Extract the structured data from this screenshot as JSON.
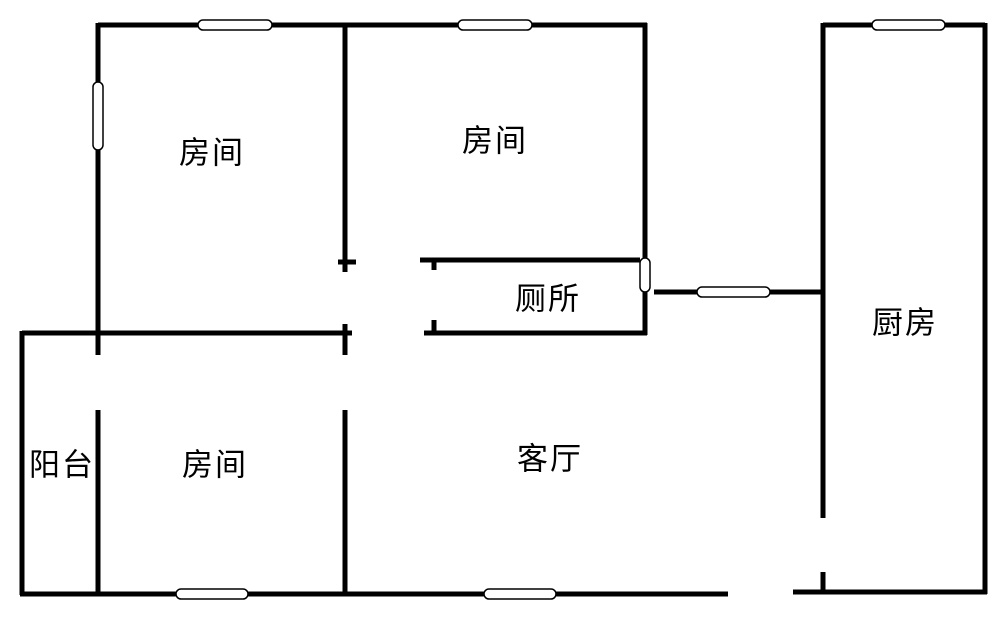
{
  "rooms": {
    "bedroom_top_left": "房间",
    "bedroom_top_middle": "房间",
    "toilet": "厕所",
    "kitchen": "厨房",
    "balcony": "阳台",
    "bedroom_bottom": "房间",
    "living_room": "客厅"
  },
  "colors": {
    "wall": "#000000",
    "background": "#ffffff"
  }
}
